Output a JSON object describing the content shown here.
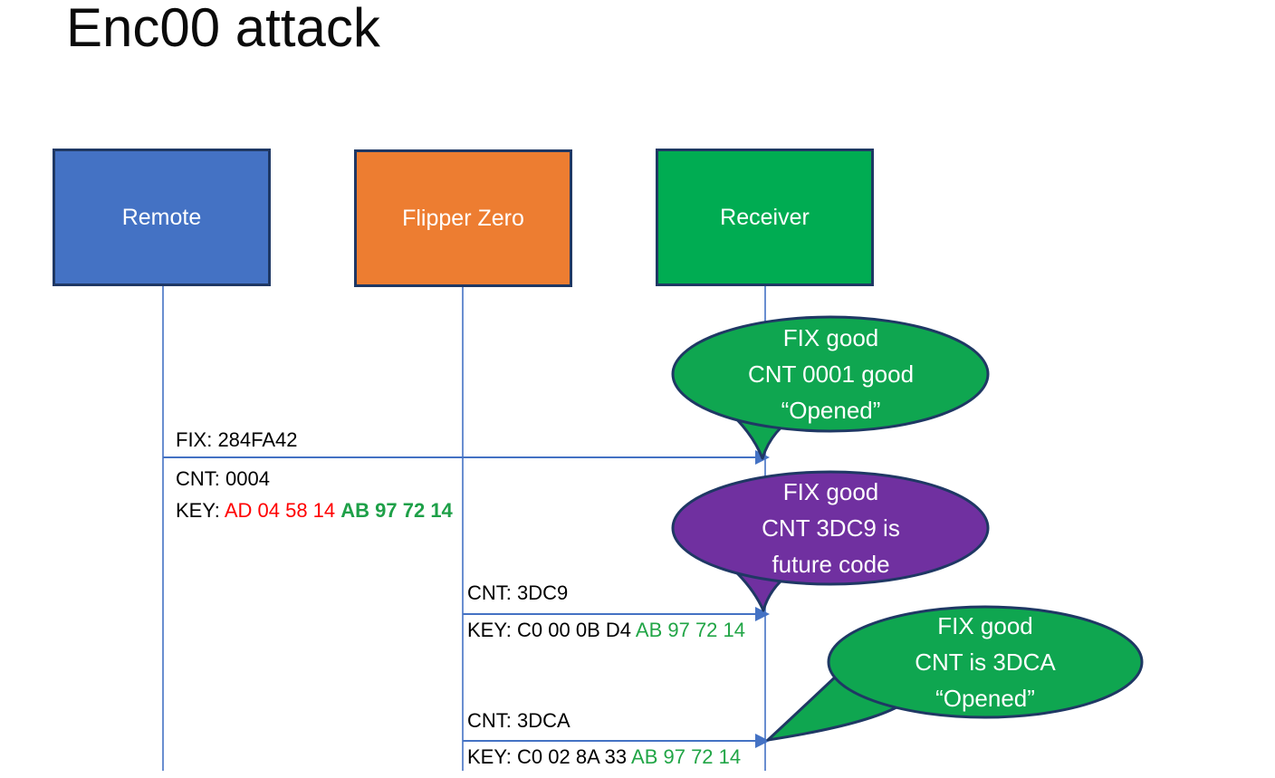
{
  "title": "Enc00 attack",
  "colors": {
    "actor_blue": "#4472C4",
    "actor_orange": "#ED7D31",
    "actor_green": "#00AC52",
    "bubble_green": "#0FA650",
    "bubble_purple": "#7030A0",
    "outline_navy": "#1F3864",
    "line_blue": "#4472C4",
    "key_red": "#FF0000",
    "key_green": "#21A546"
  },
  "actors": [
    {
      "label": "Remote"
    },
    {
      "label": "Flipper Zero"
    },
    {
      "label": "Receiver"
    }
  ],
  "messages": [
    {
      "fix": "FIX: 284FA42",
      "cnt": "CNT: 0004",
      "key_prefix": "KEY: ",
      "key_red": "AD 04 58 14 ",
      "key_green": "AB 97 72 14"
    },
    {
      "cnt": "CNT: 3DC9",
      "key_prefix": "KEY: C0 00 0B D4 ",
      "key_green": "AB 97 72 14"
    },
    {
      "cnt": "CNT: 3DCA",
      "key_prefix": "KEY: C0 02 8A 33 ",
      "key_green": "AB 97 72 14"
    }
  ],
  "bubbles": [
    {
      "lines": [
        "FIX good",
        "CNT 0001 good",
        "“Opened”"
      ]
    },
    {
      "lines": [
        "FIX good",
        "CNT 3DC9 is",
        "future code"
      ]
    },
    {
      "lines": [
        "FIX good",
        "CNT is 3DCA",
        "“Opened”"
      ]
    }
  ]
}
